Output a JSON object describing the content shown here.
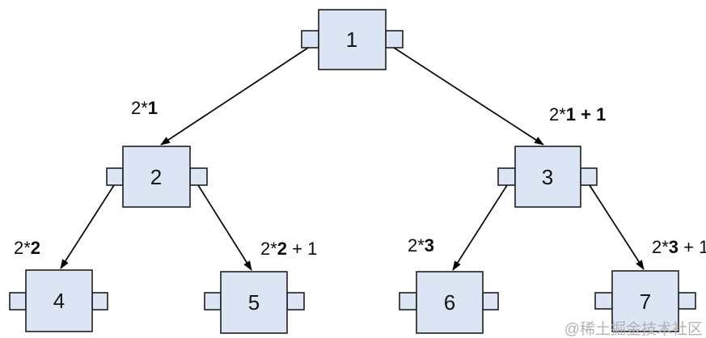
{
  "colors": {
    "background": "#ffffff",
    "node_fill": "#dbe5f3",
    "node_border": "#1f1f1f",
    "arrow": "#000000",
    "label_text": "#0b0b0b",
    "watermark_text": "#b3b3b3"
  },
  "nodes": [
    {
      "value": "1"
    },
    {
      "value": "2"
    },
    {
      "value": "3"
    },
    {
      "value": "4"
    },
    {
      "value": "5"
    },
    {
      "value": "6"
    },
    {
      "value": "7"
    }
  ],
  "edge_labels": [
    {
      "pre": "2*",
      "bold": "1",
      "post": ""
    },
    {
      "pre": "2*",
      "bold": "1 + 1",
      "post": ""
    },
    {
      "pre": "2*",
      "bold": "2",
      "post": ""
    },
    {
      "pre": "2*",
      "bold": "2",
      "post": " + 1"
    },
    {
      "pre": "2*",
      "bold": "3",
      "post": ""
    },
    {
      "pre": "2*",
      "bold": "3",
      "post": " + 1"
    }
  ],
  "watermark": {
    "text": "@稀土掘金技术社区"
  }
}
